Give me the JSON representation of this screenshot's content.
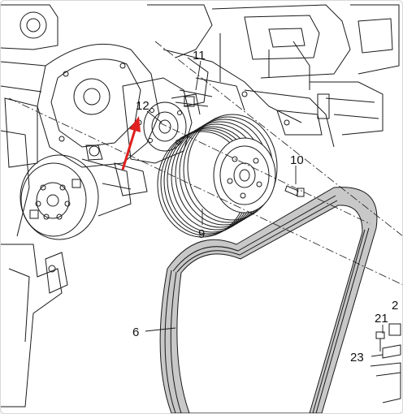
{
  "diagram": {
    "callouts": {
      "c11": "11",
      "c12": "12",
      "c10": "10",
      "c9": "9",
      "c6": "6",
      "c21": "21",
      "c23": "23",
      "c2": "2"
    },
    "colors": {
      "line": "#1a1a1a",
      "arrow": "#e02020",
      "belt_fill": "#8a8a8a"
    }
  }
}
